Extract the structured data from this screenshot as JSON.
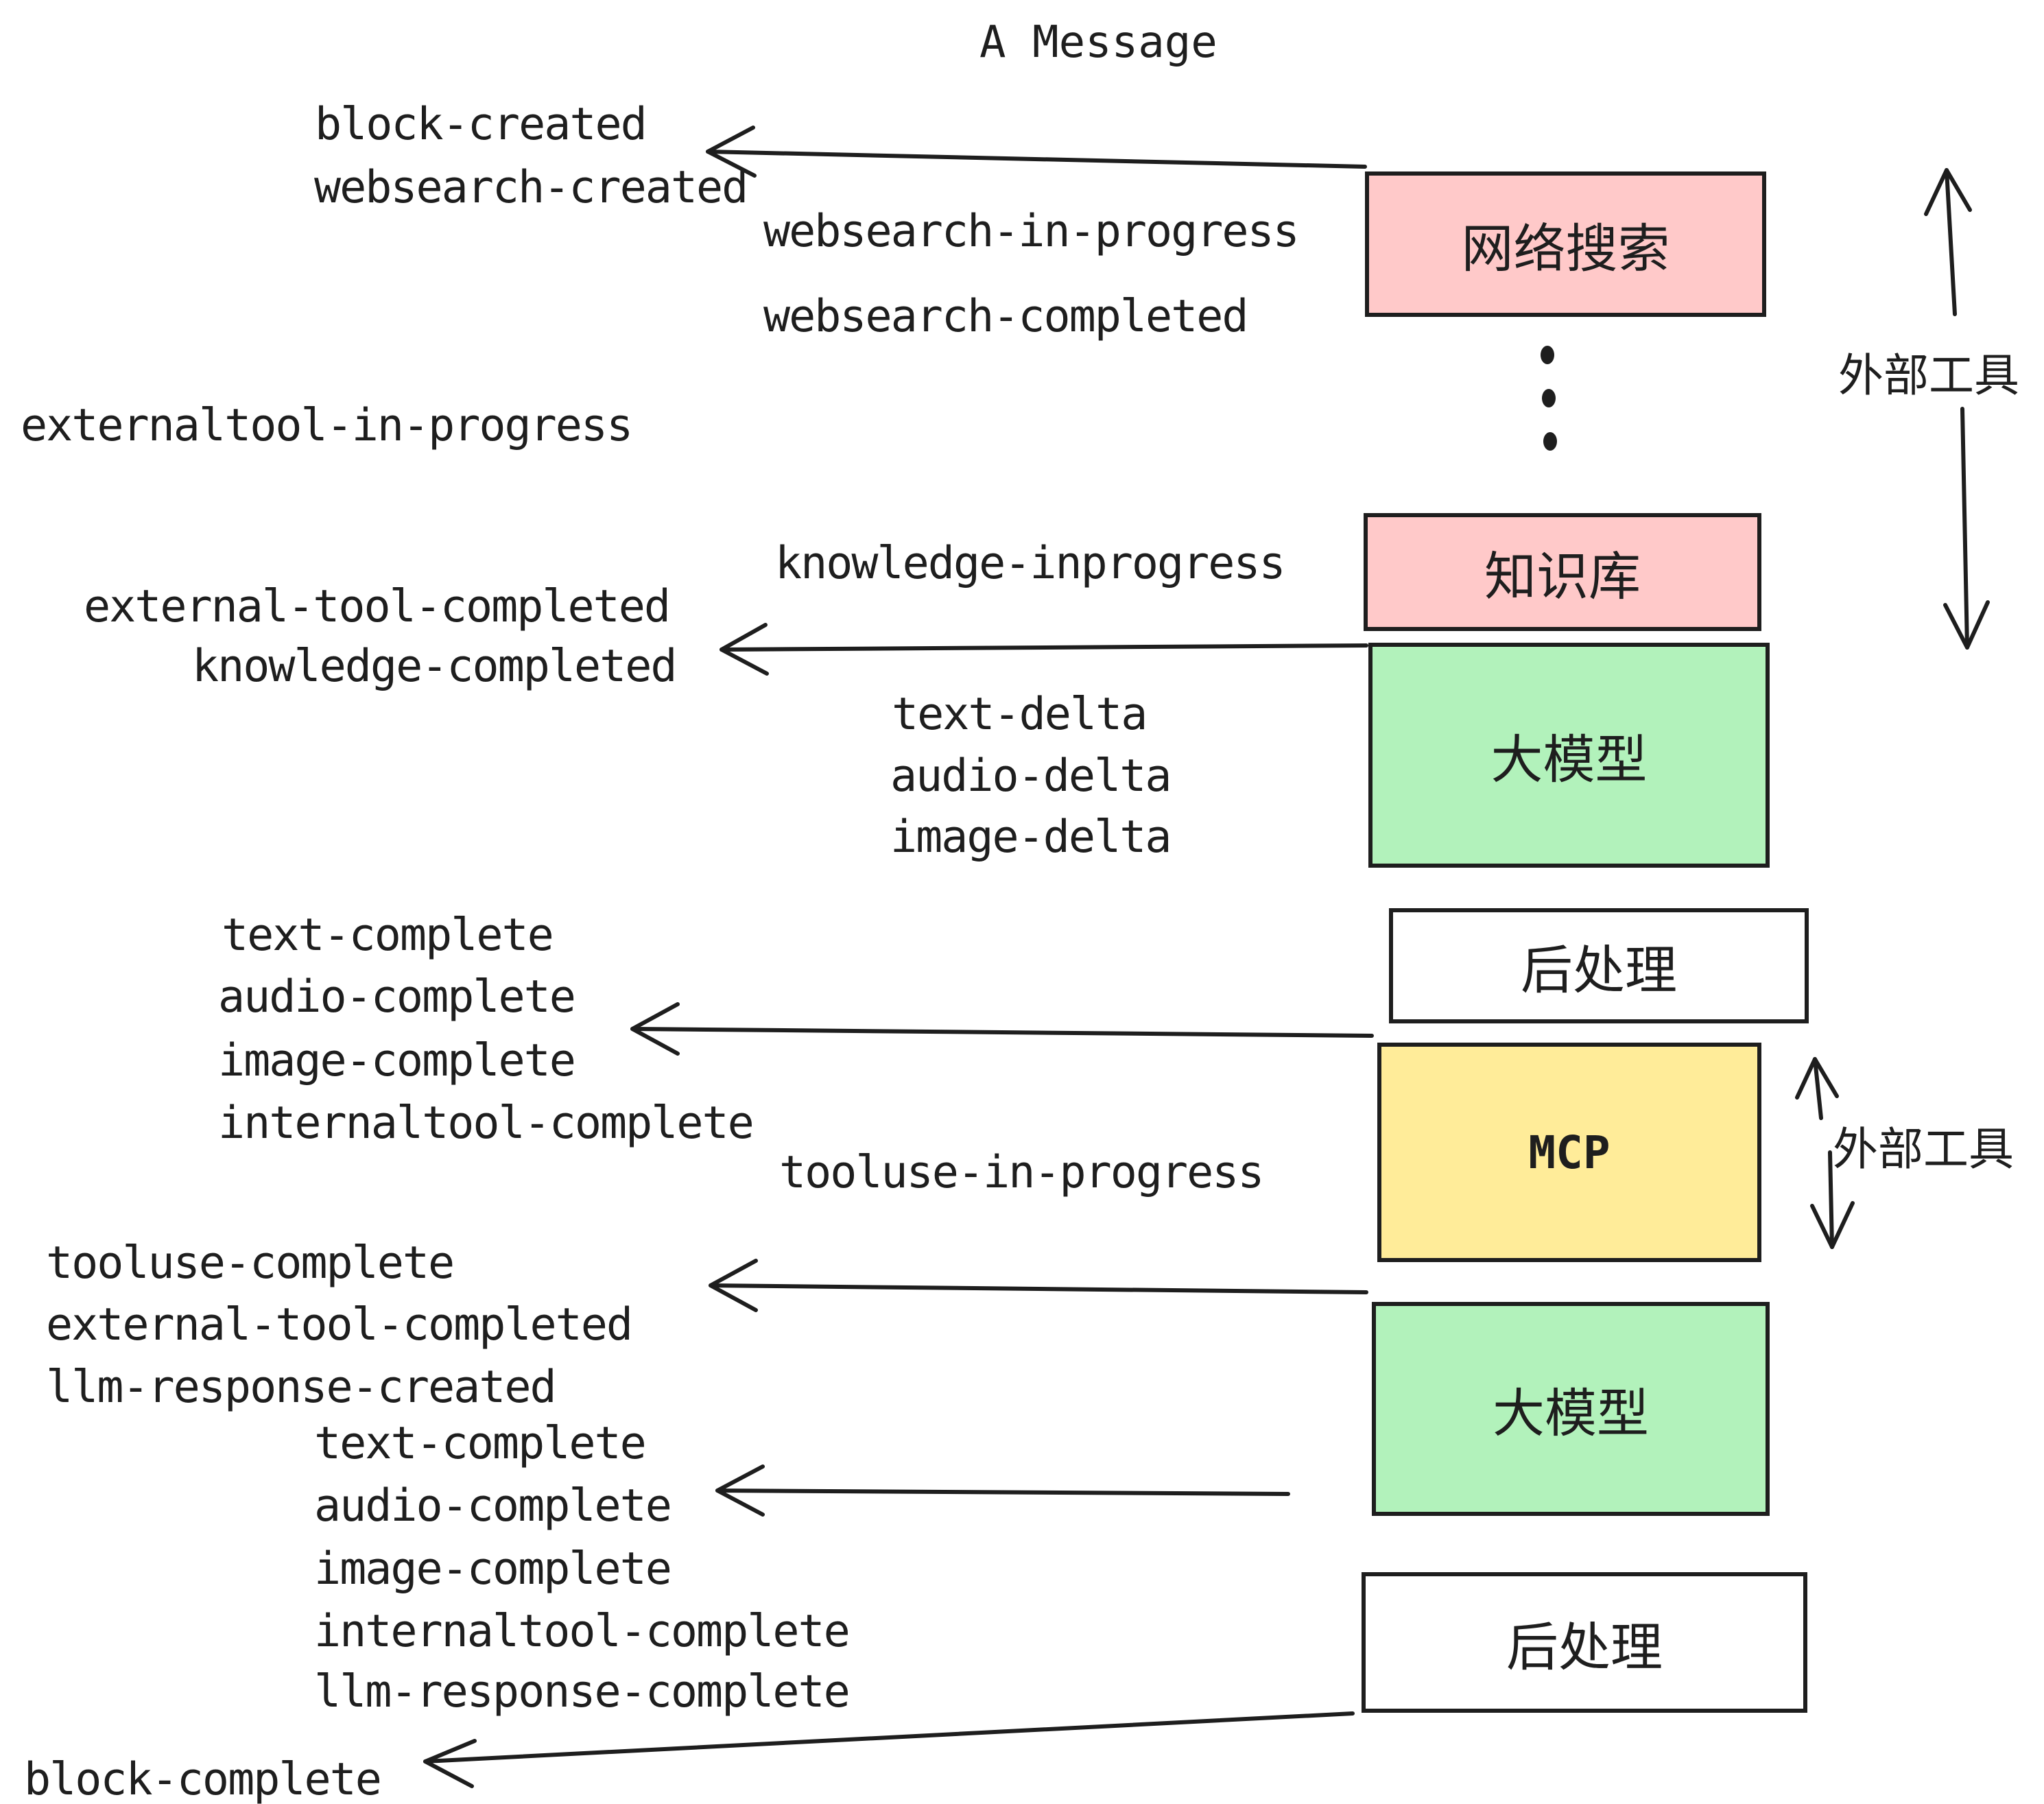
{
  "title": "A Message",
  "boxes": [
    {
      "id": "websearch",
      "label": "网络搜索",
      "color": "#ffc9c9"
    },
    {
      "id": "knowledge",
      "label": "知识库",
      "color": "#ffc9c9"
    },
    {
      "id": "llm-1",
      "label": "大模型",
      "color": "#b2f2bb"
    },
    {
      "id": "postprocess-1",
      "label": "后处理",
      "color": "#ffffff"
    },
    {
      "id": "mcp",
      "label": "MCP",
      "color": "#ffec99"
    },
    {
      "id": "llm-2",
      "label": "大模型",
      "color": "#b2f2bb"
    },
    {
      "id": "postprocess-2",
      "label": "后处理",
      "color": "#ffffff"
    }
  ],
  "events": [
    {
      "text": "block-created"
    },
    {
      "text": "websearch-created"
    },
    {
      "text": "websearch-in-progress"
    },
    {
      "text": "websearch-completed"
    },
    {
      "text": "externaltool-in-progress"
    },
    {
      "text": "knowledge-inprogress"
    },
    {
      "text": "external-tool-completed"
    },
    {
      "text": "knowledge-completed"
    },
    {
      "text": "text-delta"
    },
    {
      "text": "audio-delta"
    },
    {
      "text": "image-delta"
    },
    {
      "text": "text-complete"
    },
    {
      "text": "audio-complete"
    },
    {
      "text": "image-complete"
    },
    {
      "text": "internaltool-complete"
    },
    {
      "text": "tooluse-in-progress"
    },
    {
      "text": "tooluse-complete"
    },
    {
      "text": "external-tool-completed"
    },
    {
      "text": "llm-response-created"
    },
    {
      "text": "text-complete"
    },
    {
      "text": "audio-complete"
    },
    {
      "text": "image-complete"
    },
    {
      "text": "internaltool-complete"
    },
    {
      "text": "llm-response-complete"
    },
    {
      "text": "block-complete"
    }
  ],
  "annotations": {
    "external_tools_top": "外部工具",
    "external_tools_mcp": "外部工具"
  },
  "colors": {
    "ink": "#1e1e1e",
    "box_pink": "#ffc9c9",
    "box_green": "#b2f2bb",
    "box_yellow": "#ffec99",
    "box_white": "#ffffff"
  }
}
